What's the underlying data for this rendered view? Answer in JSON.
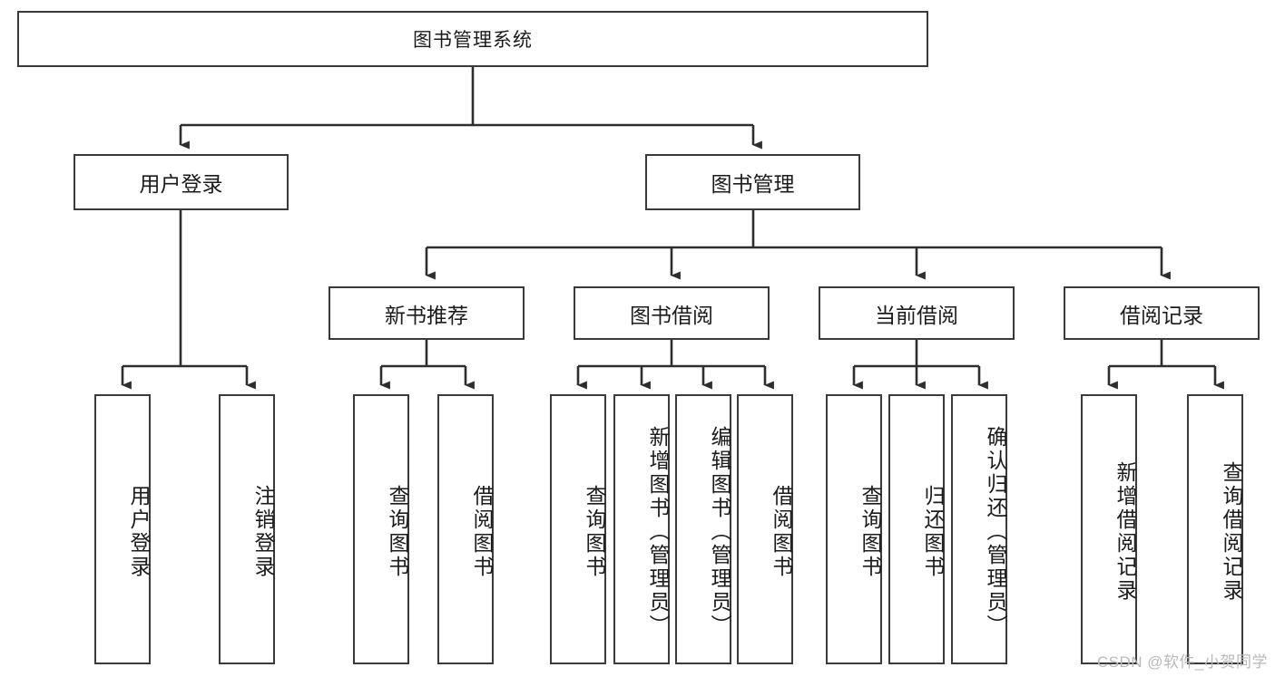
{
  "diagram": {
    "type": "tree",
    "title": "图书管理系统",
    "root": {
      "label": "图书管理系统"
    },
    "level2": [
      {
        "label": "用户登录"
      },
      {
        "label": "图书管理"
      }
    ],
    "level3": [
      {
        "label": "新书推荐"
      },
      {
        "label": "图书借阅"
      },
      {
        "label": "当前借阅"
      },
      {
        "label": "借阅记录"
      }
    ],
    "leaves": {
      "user_login": [
        "用户登录",
        "注销登录"
      ],
      "new_book_recommend": [
        "查询图书",
        "借阅图书"
      ],
      "book_borrow": [
        "查询图书",
        "新增图书（管理员）",
        "编辑图书（管理员）",
        "借阅图书"
      ],
      "current_borrow": [
        "查询图书",
        "归还图书",
        "确认归还（管理员）"
      ],
      "borrow_record": [
        "新增借阅记录",
        "查询借阅记录"
      ]
    }
  },
  "watermark": {
    "text": "CSDN @软件_小贺同学"
  },
  "colors": {
    "border": "#3a3a3a",
    "text": "#1b1b1b",
    "background": "#ffffff",
    "watermark": "#b9b9b9"
  }
}
